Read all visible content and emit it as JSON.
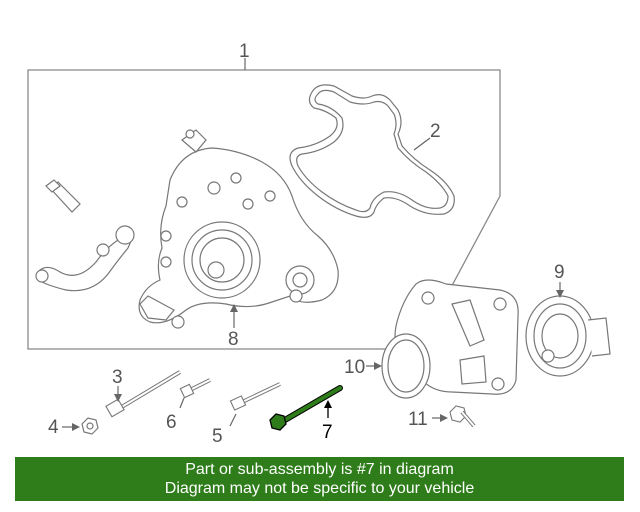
{
  "diagram": {
    "callouts": {
      "c1": "1",
      "c2": "2",
      "c3": "3",
      "c4": "4",
      "c5": "5",
      "c6": "6",
      "c7": "7",
      "c8": "8",
      "c9": "9",
      "c10": "10",
      "c11": "11"
    },
    "highlight_part": "7",
    "highlight_color": "#2e7d1a"
  },
  "banner": {
    "line1": "Part or sub-assembly is #7 in diagram",
    "line2": "Diagram may not be specific to your vehicle",
    "background": "#2e7d1a"
  }
}
